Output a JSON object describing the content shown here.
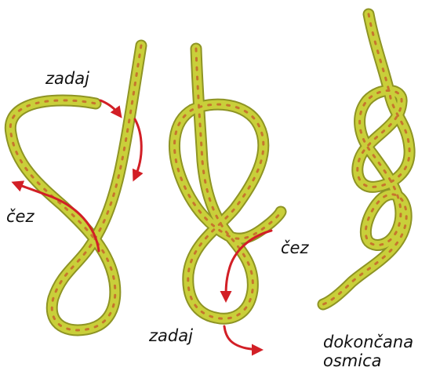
{
  "labels": {
    "step1_back": "zadaj",
    "step1_over": "čez",
    "step2_over": "čez",
    "step2_back": "zadaj",
    "step3_line1": "dokončana",
    "step3_line2": "osmica"
  },
  "colors": {
    "rope": "#c9cf3a",
    "rope_shade": "#8e9424",
    "rope_fleck": "#c4572a",
    "arrow": "#d21f26",
    "text": "#111111",
    "background": "#ffffff"
  }
}
